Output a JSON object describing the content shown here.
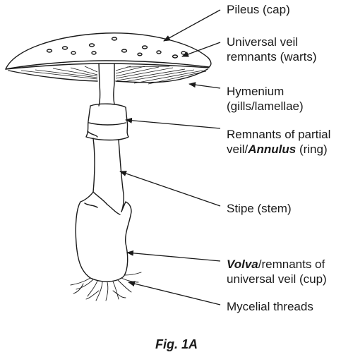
{
  "labels": {
    "pileus": "Pileus (cap)",
    "warts_line1": "Universal veil",
    "warts_line2": "remnants (warts)",
    "hymenium_line1": "Hymenium",
    "hymenium_line2": "(gills/lamellae)",
    "annulus_line1": "Remnants of partial",
    "annulus_line2_pre": "veil/",
    "annulus_line2_bold": "Annulus",
    "annulus_line2_post": " (ring)",
    "stipe": "Stipe (stem)",
    "volva_line1_bold": "Volva",
    "volva_line1_post": "/remnants of",
    "volva_line2": "universal veil (cup)",
    "mycelial": "Mycelial threads"
  },
  "caption": "Fig. 1A"
}
